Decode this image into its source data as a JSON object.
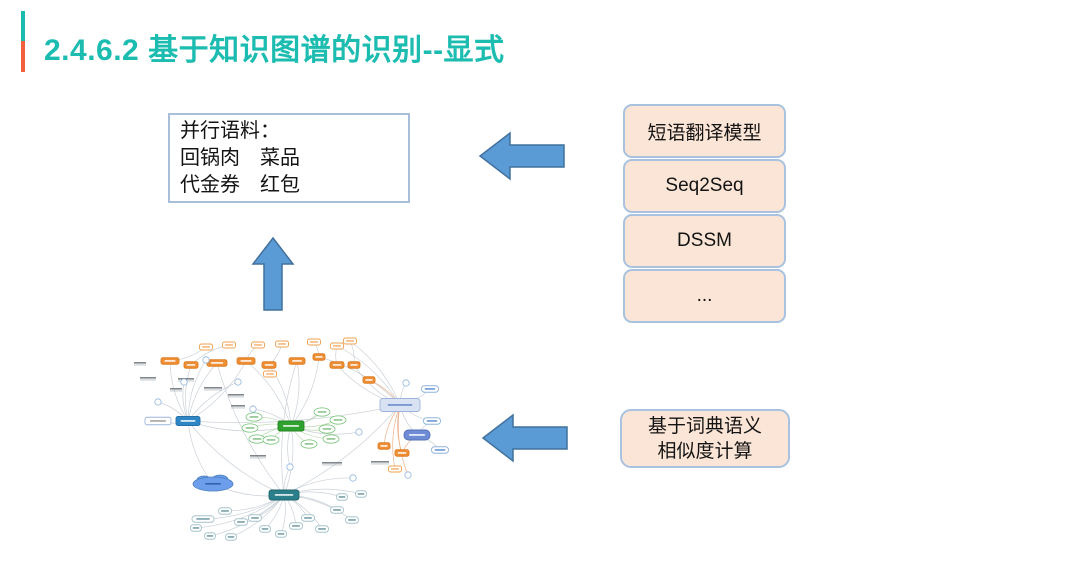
{
  "slide": {
    "title": "2.4.6.2 基于知识图谱的识别--显式"
  },
  "corpus_box": {
    "lines": [
      "并行语料：",
      "回锅肉　菜品",
      "代金券　红包"
    ]
  },
  "model_stack": {
    "items": [
      "短语翻译模型",
      "Seq2Seq",
      "DSSM",
      "..."
    ]
  },
  "dict_box": {
    "lines": [
      "基于词典语义",
      "相似度计算"
    ]
  },
  "icons": {
    "arrows": [
      "left-arrow-icon",
      "up-arrow-icon",
      "left-arrow-icon"
    ]
  },
  "colors": {
    "title": "#1CBCB0",
    "bar_top": "#1CBCB0",
    "bar_bottom": "#F4603E",
    "arrow_fill": "#5B9BD5",
    "arrow_stroke": "#41719C",
    "box_fill": "#FBE5D6",
    "box_border": "#A8C2E0",
    "corpus_border": "#A9BFD9",
    "text": "#141414"
  },
  "graph": {
    "palette": {
      "e": "#c5cdd5",
      "o": "#eaa87e",
      "g": "#b7d5aa",
      "os_f": "#EF8F35",
      "os_s": "#DE7E22",
      "oo_s": "#F0A050",
      "bh_f": "#2F86C5",
      "bh_s": "#2570AB",
      "gh_f": "#2EA12E",
      "gh_s": "#258524",
      "th_f": "#2A7F8A",
      "th_s": "#20646E",
      "gr_f": "#D9E2F3",
      "gr_s": "#9DB5DC",
      "br_f": "#6E8BD6",
      "br_s": "#5470B8",
      "cl_f": "#6D9EEB",
      "cl_s": "#4A7EBB",
      "ci_s": "#8FB4DC",
      "ge_s": "#7CC47C",
      "ts_s": "#A5C4CC",
      "bo_s": "#8FB4DC",
      "wb_s": "#9DB5DC",
      "lab": "#80868c"
    },
    "nodes": [
      [
        70,
        89,
        "bh",
        24
      ],
      [
        173,
        94,
        "gh",
        26
      ],
      [
        166,
        163,
        "th",
        30
      ],
      [
        282,
        73,
        "gr",
        40
      ],
      [
        299,
        103,
        "br",
        26
      ],
      [
        95,
        152,
        "cl",
        40
      ],
      [
        40,
        89,
        "wb",
        26
      ],
      [
        52,
        29,
        "os",
        18
      ],
      [
        73,
        33,
        "os",
        14
      ],
      [
        99,
        31,
        "os",
        20
      ],
      [
        128,
        29,
        "os",
        18
      ],
      [
        151,
        33,
        "os",
        14
      ],
      [
        179,
        29,
        "os",
        16
      ],
      [
        201,
        25,
        "os",
        12
      ],
      [
        219,
        33,
        "os",
        14
      ],
      [
        236,
        33,
        "os",
        12
      ],
      [
        251,
        48,
        "os",
        12
      ],
      [
        266,
        114,
        "os",
        12
      ],
      [
        284,
        121,
        "os",
        14
      ],
      [
        88,
        15,
        "oo",
        13
      ],
      [
        111,
        13,
        "oo",
        13
      ],
      [
        140,
        13,
        "oo",
        13
      ],
      [
        164,
        12,
        "oo",
        13
      ],
      [
        196,
        10,
        "oo",
        13
      ],
      [
        219,
        14,
        "oo",
        13
      ],
      [
        232,
        9,
        "oo",
        13
      ],
      [
        152,
        42,
        "oo",
        13
      ],
      [
        277,
        137,
        "oo",
        13
      ],
      [
        88,
        28,
        "ci"
      ],
      [
        66,
        50,
        "ci"
      ],
      [
        135,
        77,
        "ci"
      ],
      [
        202,
        80,
        "ci"
      ],
      [
        241,
        100,
        "ci"
      ],
      [
        120,
        50,
        "ci"
      ],
      [
        172,
        135,
        "ci"
      ],
      [
        235,
        146,
        "ci"
      ],
      [
        290,
        143,
        "ci"
      ],
      [
        40,
        70,
        "ci"
      ],
      [
        288,
        51,
        "ci"
      ],
      [
        136,
        85,
        "ge"
      ],
      [
        132,
        96,
        "ge"
      ],
      [
        139,
        107,
        "ge"
      ],
      [
        153,
        108,
        "ge"
      ],
      [
        204,
        80,
        "ge"
      ],
      [
        220,
        88,
        "ge"
      ],
      [
        209,
        97,
        "ge"
      ],
      [
        213,
        107,
        "ge"
      ],
      [
        191,
        112,
        "ge"
      ],
      [
        312,
        57,
        "bo",
        17
      ],
      [
        314,
        89,
        "bo",
        17
      ],
      [
        322,
        118,
        "bo",
        17
      ],
      [
        107,
        179,
        "ts",
        13
      ],
      [
        85,
        187,
        "ts",
        22
      ],
      [
        78,
        196,
        "ts",
        11
      ],
      [
        92,
        204,
        "ts",
        11
      ],
      [
        113,
        205,
        "ts",
        11
      ],
      [
        123,
        190,
        "ts",
        13
      ],
      [
        137,
        186,
        "ts",
        13
      ],
      [
        147,
        197,
        "ts",
        11
      ],
      [
        163,
        202,
        "ts",
        11
      ],
      [
        178,
        194,
        "ts",
        13
      ],
      [
        190,
        186,
        "ts",
        13
      ],
      [
        204,
        197,
        "ts",
        13
      ],
      [
        219,
        178,
        "ts",
        13
      ],
      [
        234,
        188,
        "ts",
        13
      ],
      [
        224,
        165,
        "ts",
        11
      ],
      [
        243,
        162,
        "ts",
        11
      ]
    ],
    "edges": [
      [
        0,
        6
      ],
      [
        0,
        7
      ],
      [
        0,
        8
      ],
      [
        0,
        9
      ],
      [
        0,
        28
      ],
      [
        0,
        29
      ],
      [
        0,
        37
      ],
      [
        0,
        33
      ],
      [
        0,
        1
      ],
      [
        0,
        2
      ],
      [
        0,
        5
      ],
      [
        0,
        10
      ],
      [
        0,
        3
      ],
      [
        1,
        39,
        "g"
      ],
      [
        1,
        40,
        "g"
      ],
      [
        1,
        41,
        "g"
      ],
      [
        1,
        42,
        "g"
      ],
      [
        1,
        43,
        "g"
      ],
      [
        1,
        44,
        "g"
      ],
      [
        1,
        45,
        "g"
      ],
      [
        1,
        46,
        "g"
      ],
      [
        1,
        47,
        "g"
      ],
      [
        1,
        10
      ],
      [
        1,
        11
      ],
      [
        1,
        12
      ],
      [
        1,
        13
      ],
      [
        1,
        30
      ],
      [
        1,
        31
      ],
      [
        1,
        32
      ],
      [
        1,
        2
      ],
      [
        1,
        34
      ],
      [
        2,
        51
      ],
      [
        2,
        52
      ],
      [
        2,
        53
      ],
      [
        2,
        54
      ],
      [
        2,
        55
      ],
      [
        2,
        56
      ],
      [
        2,
        57
      ],
      [
        2,
        58
      ],
      [
        2,
        59
      ],
      [
        2,
        60
      ],
      [
        2,
        61
      ],
      [
        2,
        62
      ],
      [
        2,
        63
      ],
      [
        2,
        64
      ],
      [
        2,
        65
      ],
      [
        2,
        66
      ],
      [
        2,
        5
      ],
      [
        2,
        34
      ],
      [
        2,
        35
      ],
      [
        2,
        3
      ],
      [
        2,
        9
      ],
      [
        2,
        12
      ],
      [
        3,
        14
      ],
      [
        3,
        15
      ],
      [
        3,
        13
      ],
      [
        3,
        24
      ],
      [
        3,
        25
      ],
      [
        3,
        48
      ],
      [
        3,
        38
      ],
      [
        3,
        4
      ],
      [
        3,
        49
      ],
      [
        3,
        16,
        "o"
      ],
      [
        3,
        17,
        "o"
      ],
      [
        3,
        18,
        "o"
      ],
      [
        3,
        27,
        "o"
      ],
      [
        3,
        36,
        "o"
      ],
      [
        4,
        49
      ],
      [
        4,
        50
      ],
      [
        4,
        18,
        "o"
      ],
      [
        19,
        7
      ],
      [
        20,
        8
      ],
      [
        21,
        10
      ],
      [
        22,
        11
      ],
      [
        23,
        13
      ],
      [
        24,
        14
      ],
      [
        25,
        15
      ],
      [
        26,
        11
      ]
    ],
    "labels": [
      [
        30,
        46,
        16
      ],
      [
        68,
        47,
        16
      ],
      [
        95,
        56,
        18
      ],
      [
        118,
        63,
        16
      ],
      [
        22,
        31,
        12
      ],
      [
        140,
        124,
        16
      ],
      [
        214,
        131,
        20
      ],
      [
        120,
        74,
        14
      ],
      [
        58,
        57,
        12
      ],
      [
        262,
        130,
        18
      ]
    ]
  }
}
